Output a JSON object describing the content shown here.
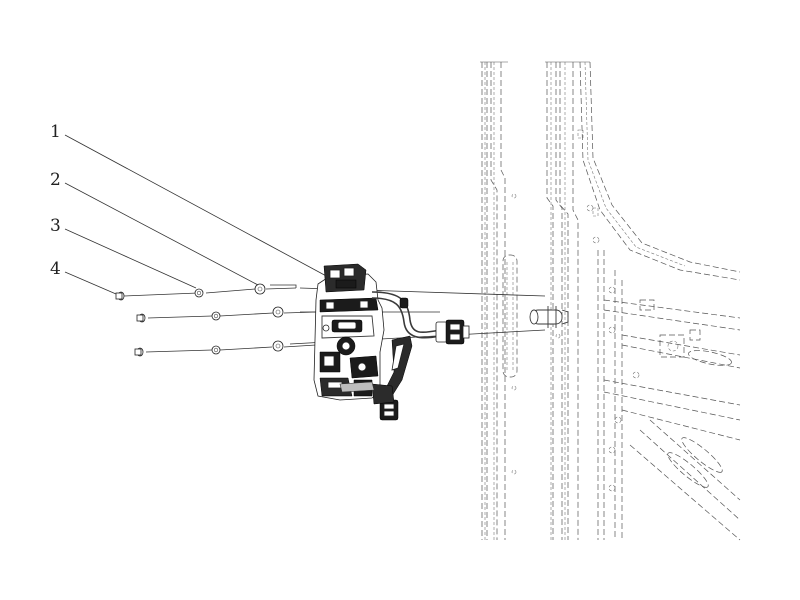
{
  "callouts": [
    {
      "number": "1",
      "part": "door-lock-assembly"
    },
    {
      "number": "2",
      "part": "washer"
    },
    {
      "number": "3",
      "part": "nut"
    },
    {
      "number": "4",
      "part": "bolt"
    }
  ],
  "colors": {
    "line": "#3a3a3a",
    "fill_dark": "#1b1b1b",
    "background": "#ffffff"
  }
}
